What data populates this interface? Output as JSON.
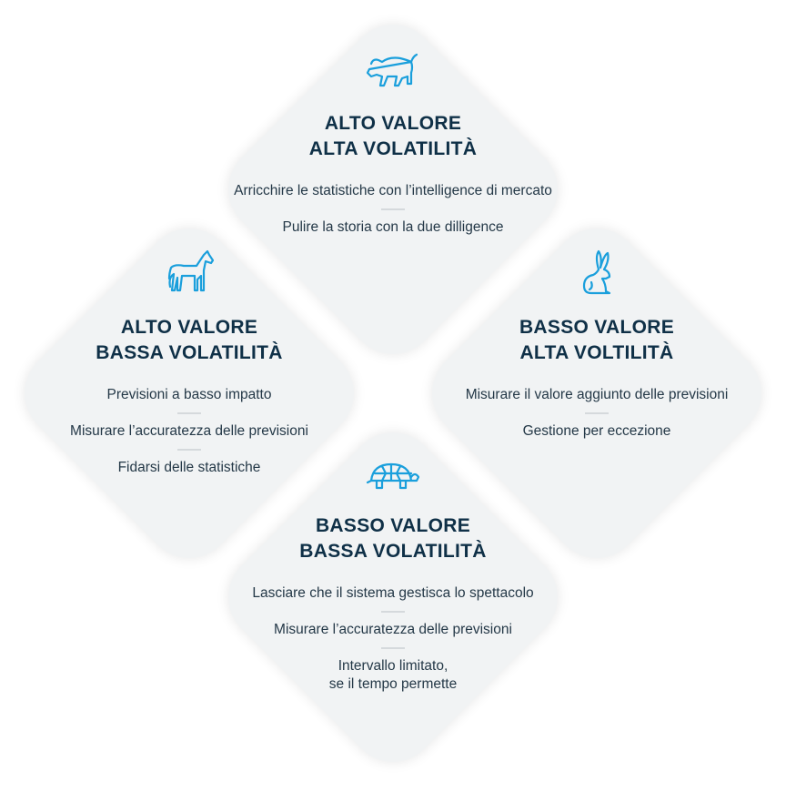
{
  "quadrants": [
    {
      "id": "top",
      "icon": "bull-icon",
      "title_line1": "ALTO VALORE",
      "title_line2": "ALTA VOLATILITÀ",
      "items": [
        "Arricchire le statistiche con l’intelligence di mercato",
        "Pulire la storia con la due dilligence"
      ]
    },
    {
      "id": "left",
      "icon": "horse-icon",
      "title_line1": "ALTO VALORE",
      "title_line2": "BASSA VOLATILITÀ",
      "items": [
        "Previsioni a basso impatto",
        "Misurare l’accuratezza delle previsioni",
        "Fidarsi delle statistiche"
      ]
    },
    {
      "id": "right",
      "icon": "rabbit-icon",
      "title_line1": "BASSO VALORE",
      "title_line2": "ALTA VOLTILITÀ",
      "items": [
        "Misurare il valore aggiunto delle previsioni",
        "Gestione per eccezione"
      ]
    },
    {
      "id": "bottom",
      "icon": "turtle-icon",
      "title_line1": "BASSO VALORE",
      "title_line2": "BASSA VOLATILITÀ",
      "items": [
        "Lasciare che il sistema gestisca lo spettacolo",
        "Misurare l’accuratezza delle previsioni",
        "Intervallo limitato,\nse il tempo permette"
      ]
    }
  ],
  "colors": {
    "icon": "#1a9fdc",
    "title": "#0f3047",
    "text": "#243847",
    "tile": "#f1f3f4"
  }
}
